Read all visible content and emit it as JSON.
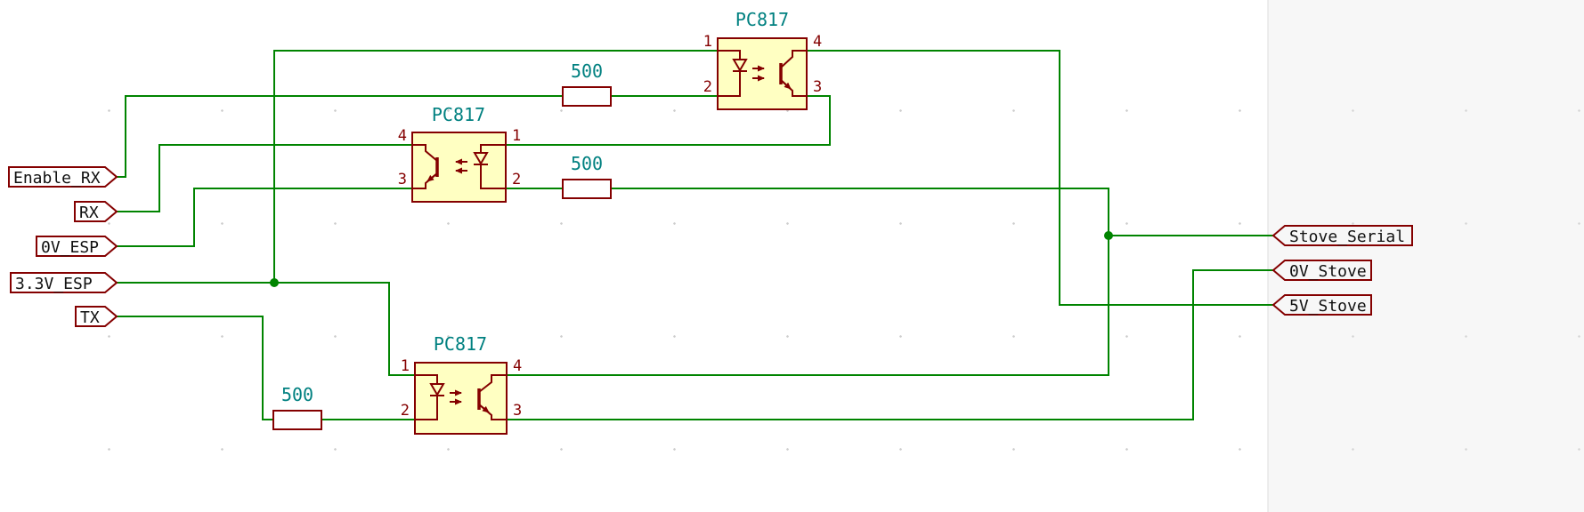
{
  "canvas": {
    "type": "schematic-canvas",
    "colors": {
      "background": "#FFFFFF",
      "grid_dot": "#CCCCCC",
      "wire": "#008400",
      "junction": "#008400",
      "symbol_outline": "#840000",
      "symbol_fill": "#FFFFC2",
      "resistor_fill": "#FFFFFF",
      "value_text": "#008080",
      "pin_number_text": "#840000",
      "net_label_text": "#111111",
      "net_label_outline": "#840000"
    }
  },
  "optocouplers": [
    {
      "value": "PC817",
      "orientation": "led-left",
      "pin_numbers": {
        "top_left": "1",
        "bottom_left": "2",
        "top_right": "4",
        "bottom_right": "3"
      }
    },
    {
      "value": "PC817",
      "orientation": "led-right",
      "pin_numbers": {
        "top_left": "4",
        "bottom_left": "3",
        "top_right": "1",
        "bottom_right": "2"
      }
    },
    {
      "value": "PC817",
      "orientation": "led-left",
      "pin_numbers": {
        "top_left": "1",
        "bottom_left": "2",
        "top_right": "4",
        "bottom_right": "3"
      }
    }
  ],
  "resistors": [
    {
      "value": "500"
    },
    {
      "value": "500"
    },
    {
      "value": "500"
    }
  ],
  "net_labels_left": [
    {
      "name": "Enable_RX"
    },
    {
      "name": "RX"
    },
    {
      "name": "0V_ESP"
    },
    {
      "name": "3.3V_ESP"
    },
    {
      "name": "TX"
    }
  ],
  "net_labels_right": [
    {
      "name": "Stove_Serial"
    },
    {
      "name": "0V_Stove"
    },
    {
      "name": "5V_Stove"
    }
  ]
}
